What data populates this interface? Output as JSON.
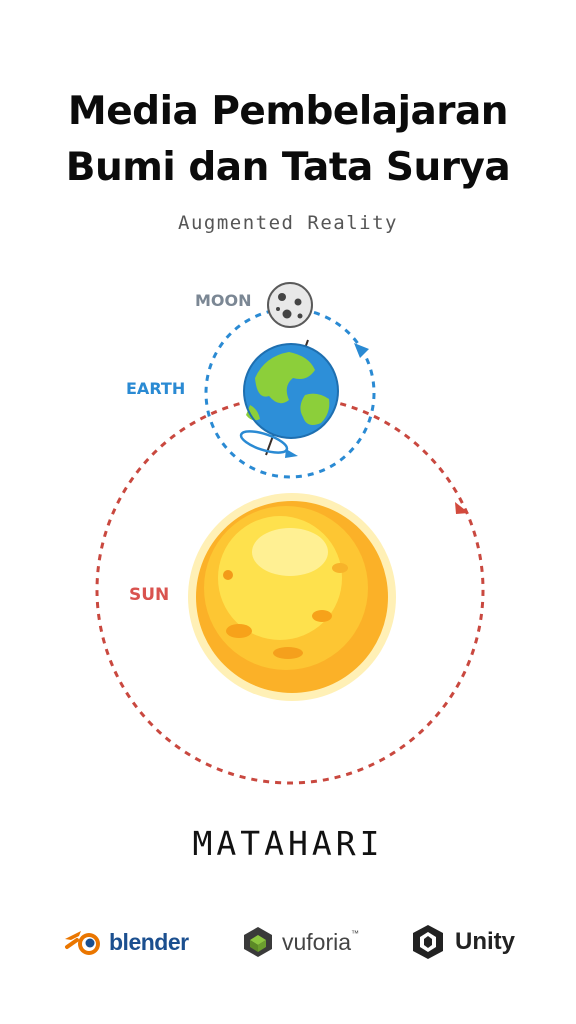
{
  "title": {
    "line1": "Media Pembelajaran",
    "line2": "Bumi dan Tata Surya"
  },
  "subtitle": "Augmented Reality",
  "diagram": {
    "moon_label": "MOON",
    "earth_label": "EARTH",
    "sun_label": "SUN",
    "colors": {
      "label": "#7b8794",
      "earth_label": "#2a8ad3",
      "sun_label": "#d9534f",
      "earth_orbit": "#2a8ad3",
      "sun_orbit": "#c9483f"
    }
  },
  "caption": "MATAHARI",
  "logos": {
    "blender": "blender",
    "vuforia": "vuforia",
    "unity": "Unity"
  }
}
